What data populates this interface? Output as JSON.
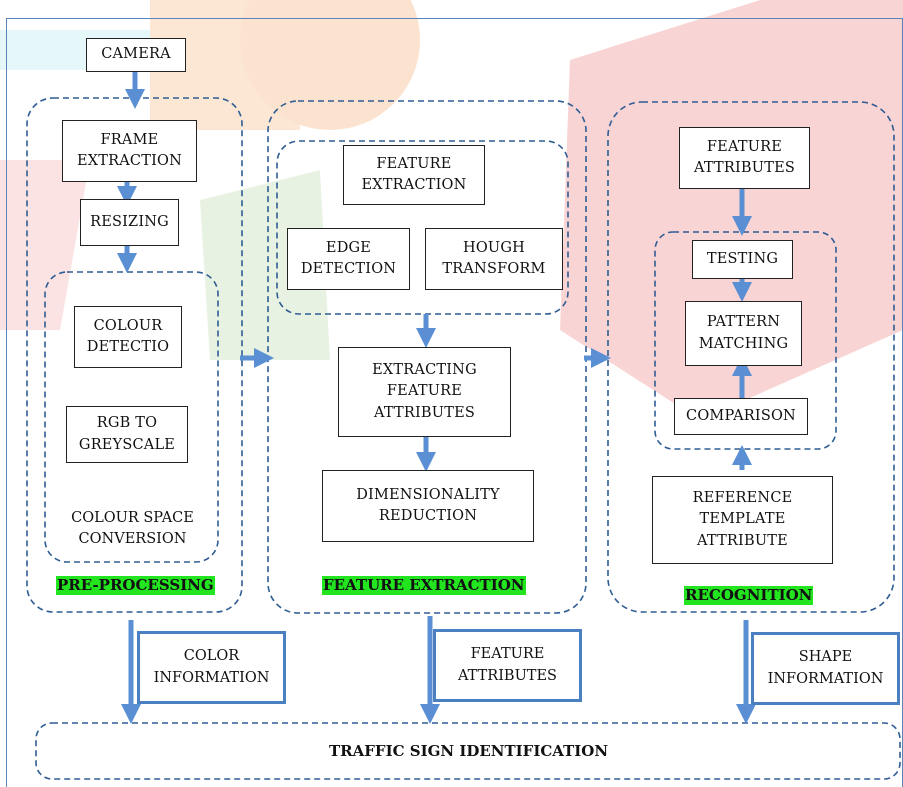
{
  "colors": {
    "arrow": "#5b8fd4",
    "dashed": "#2f5d94",
    "highlight": "#22e51f",
    "watermark_orange": "#f7d9bd",
    "watermark_red": "#f4c7c7",
    "watermark_green": "#dbead5",
    "watermark_cyan": "#d9f2f6"
  },
  "pre_processing": {
    "camera": "CAMERA",
    "frame_extraction": "FRAME\nEXTRACTION",
    "resizing": "RESIZING",
    "colour_detection": "COLOUR\nDETECTIO",
    "rgb_to_greyscale": "RGB TO\nGREYSCALE",
    "colour_space_conversion": "COLOUR SPACE\nCONVERSION",
    "label": "PRE-PROCESSING"
  },
  "feature_extraction": {
    "feature_extraction_box": "FEATURE\nEXTRACTION",
    "edge_detection": "EDGE\nDETECTION",
    "hough_transform": "HOUGH\nTRANSFORM",
    "extracting_feature_attributes": "EXTRACTING\nFEATURE\nATTRIBUTES",
    "dimensionality_reduction": "DIMENSIONALITY\nREDUCTION",
    "label": "FEATURE EXTRACTION"
  },
  "recognition": {
    "feature_attributes": "FEATURE\nATTRIBUTES",
    "testing": "TESTING",
    "pattern_matching": "PATTERN\nMATCHING",
    "comparison": "COMPARISON",
    "reference_template_attribute": "REFERENCE\nTEMPLATE\nATTRIBUTE",
    "label": "RECOGNITION"
  },
  "outputs": {
    "color_information": "COLOR\nINFORMATION",
    "feature_attributes": "FEATURE\nATTRIBUTES",
    "shape_information": "SHAPE\nINFORMATION"
  },
  "final": {
    "traffic_sign_identification": "TRAFFIC SIGN IDENTIFICATION"
  }
}
